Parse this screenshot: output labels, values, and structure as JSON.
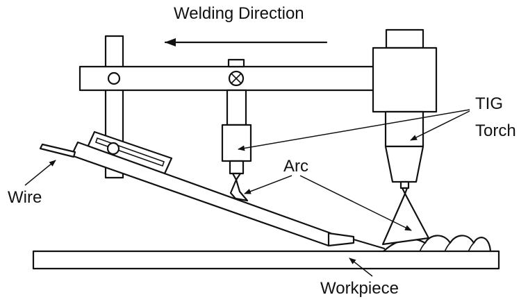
{
  "labels": {
    "direction": "Welding Direction",
    "tig_line1": "TIG",
    "tig_line2": "Torch",
    "arc": "Arc",
    "wire": "Wire",
    "workpiece": "Workpiece"
  },
  "colors": {
    "stroke": "#111111",
    "background": "#ffffff"
  }
}
